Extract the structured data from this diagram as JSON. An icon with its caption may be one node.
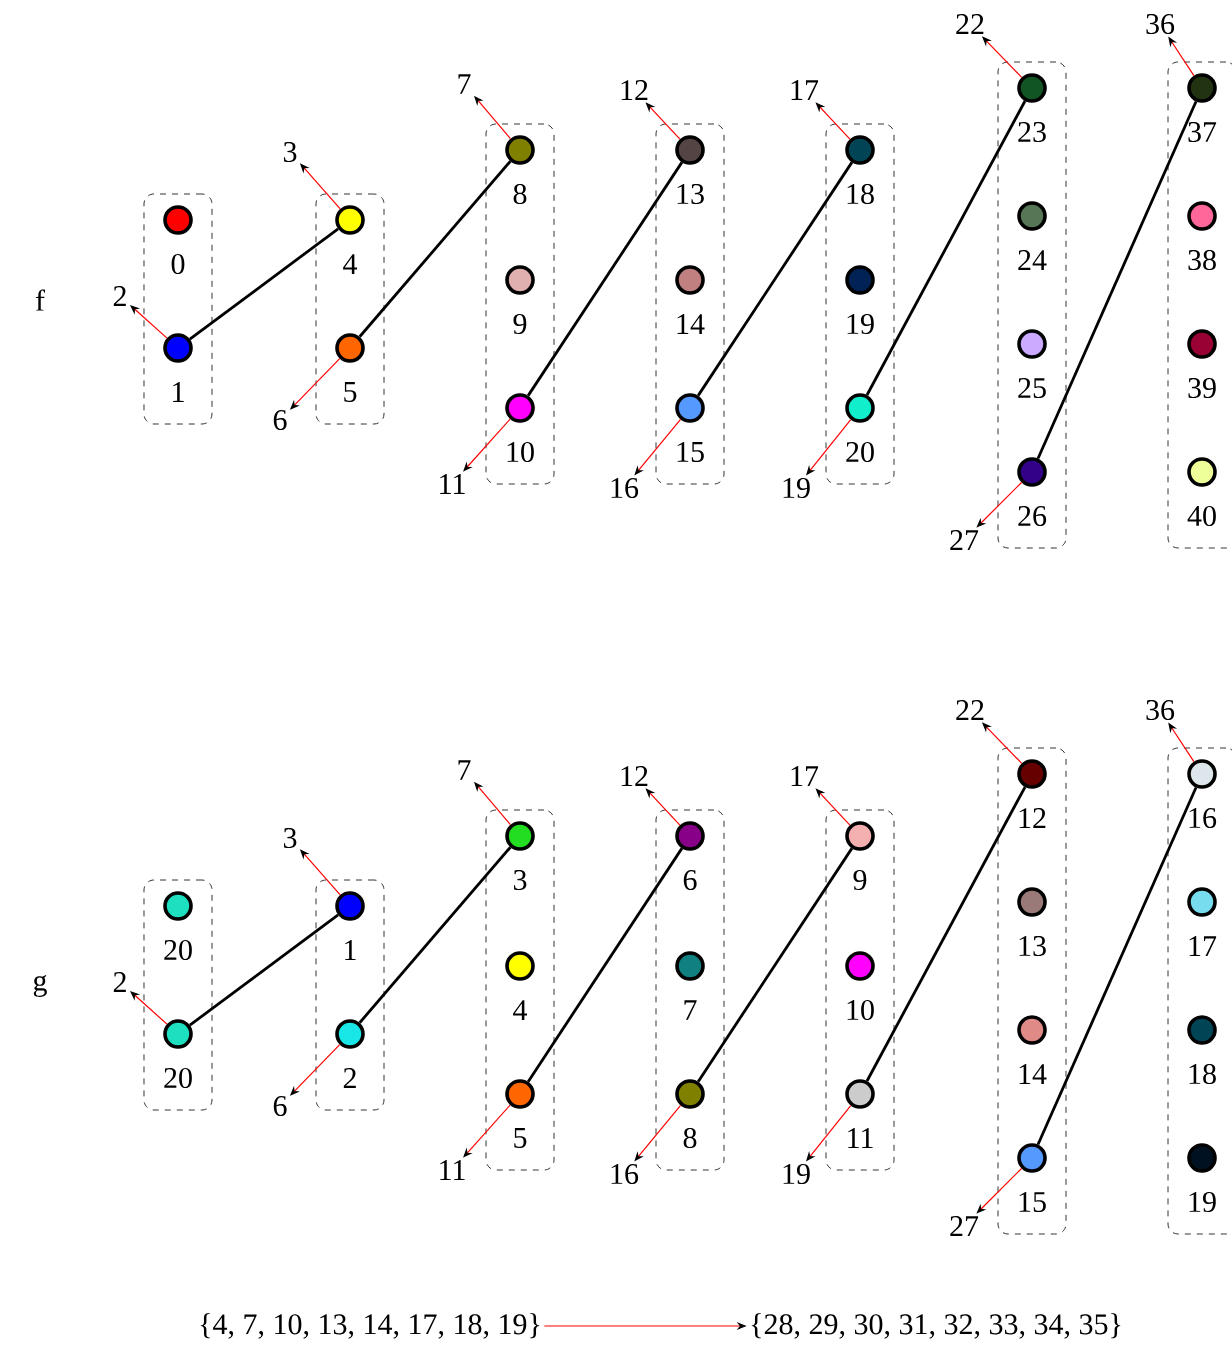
{
  "diagram": {
    "nodes": [
      {
        "text": [],
        "shape": "box"
      },
      {
        "text": [],
        "shape": "circle",
        "beside": [
          "0"
        ],
        "in": 0
      },
      {
        "text": [],
        "shape": "circle",
        "beside": [
          "1"
        ],
        "in": 0
      },
      {
        "text": [],
        "shape": "box"
      },
      {
        "text": [],
        "shape": "circle",
        "beside": [
          "4"
        ],
        "in": 3
      },
      {
        "text": [],
        "shape": "circle",
        "beside": [
          "5"
        ],
        "in": 3
      },
      {
        "text": [],
        "shape": "box"
      },
      {
        "text": [],
        "shape": "circle",
        "beside": [
          "8"
        ],
        "in": 6
      },
      {
        "text": [],
        "shape": "circle",
        "beside": [
          "9"
        ],
        "in": 6
      },
      {
        "text": [],
        "shape": "circle",
        "beside": [
          "10"
        ],
        "in": 6
      },
      {
        "text": [],
        "shape": "box"
      },
      {
        "text": [],
        "shape": "circle",
        "beside": [
          "13"
        ],
        "in": 10
      },
      {
        "text": [],
        "shape": "circle",
        "beside": [
          "14"
        ],
        "in": 10
      },
      {
        "text": [],
        "shape": "circle",
        "beside": [
          "15"
        ],
        "in": 10
      },
      {
        "text": [],
        "shape": "box"
      },
      {
        "text": [],
        "shape": "circle",
        "beside": [
          "18"
        ],
        "in": 14
      },
      {
        "text": [],
        "shape": "circle",
        "beside": [
          "19"
        ],
        "in": 14
      },
      {
        "text": [],
        "shape": "circle",
        "beside": [
          "20"
        ],
        "in": 14
      },
      {
        "text": [],
        "shape": "box"
      },
      {
        "text": [],
        "shape": "circle",
        "beside": [
          "23"
        ],
        "in": 18
      },
      {
        "text": [],
        "shape": "circle",
        "beside": [
          "24"
        ],
        "in": 18
      },
      {
        "text": [],
        "shape": "circle",
        "beside": [
          "25"
        ],
        "in": 18
      },
      {
        "text": [],
        "shape": "circle",
        "beside": [
          "26"
        ],
        "in": 18
      },
      {
        "text": [],
        "shape": "box"
      },
      {
        "text": [],
        "shape": "circle",
        "beside": [
          "37"
        ],
        "in": 23
      },
      {
        "text": [],
        "shape": "circle",
        "beside": [
          "38"
        ],
        "in": 23
      },
      {
        "text": [],
        "shape": "circle",
        "beside": [
          "39"
        ],
        "in": 23
      },
      {
        "text": [],
        "shape": "circle",
        "beside": [
          "40"
        ],
        "in": 23
      },
      {
        "text": [
          "2"
        ]
      },
      {
        "text": [
          "3"
        ]
      },
      {
        "text": [
          "6"
        ]
      },
      {
        "text": [
          "7"
        ]
      },
      {
        "text": [
          "11"
        ]
      },
      {
        "text": [
          "12"
        ]
      },
      {
        "text": [
          "16"
        ]
      },
      {
        "text": [
          "17"
        ]
      },
      {
        "text": [
          "19"
        ]
      },
      {
        "text": [
          "22"
        ]
      },
      {
        "text": [
          "27"
        ]
      },
      {
        "text": [
          "36"
        ]
      },
      {
        "text": [],
        "shape": "box"
      },
      {
        "text": [],
        "shape": "circle",
        "beside": [
          "20"
        ],
        "in": 40
      },
      {
        "text": [],
        "shape": "circle",
        "beside": [
          "20"
        ],
        "in": 40
      },
      {
        "text": [],
        "shape": "box"
      },
      {
        "text": [],
        "shape": "circle",
        "beside": [
          "1"
        ],
        "in": 43
      },
      {
        "text": [],
        "shape": "circle",
        "beside": [
          "2"
        ],
        "in": 43
      },
      {
        "text": [],
        "shape": "box"
      },
      {
        "text": [],
        "shape": "circle",
        "beside": [
          "3"
        ],
        "in": 46
      },
      {
        "text": [],
        "shape": "circle",
        "beside": [
          "4"
        ],
        "in": 46
      },
      {
        "text": [],
        "shape": "circle",
        "beside": [
          "5"
        ],
        "in": 46
      },
      {
        "text": [],
        "shape": "box"
      },
      {
        "text": [],
        "shape": "circle",
        "beside": [
          "6"
        ],
        "in": 50
      },
      {
        "text": [],
        "shape": "circle",
        "beside": [
          "7"
        ],
        "in": 50
      },
      {
        "text": [],
        "shape": "circle",
        "beside": [
          "8"
        ],
        "in": 50
      },
      {
        "text": [],
        "shape": "box"
      },
      {
        "text": [],
        "shape": "circle",
        "beside": [
          "9"
        ],
        "in": 54
      },
      {
        "text": [],
        "shape": "circle",
        "beside": [
          "10"
        ],
        "in": 54
      },
      {
        "text": [],
        "shape": "circle",
        "beside": [
          "11"
        ],
        "in": 54
      },
      {
        "text": [],
        "shape": "box"
      },
      {
        "text": [],
        "shape": "circle",
        "beside": [
          "12"
        ],
        "in": 58
      },
      {
        "text": [],
        "shape": "circle",
        "beside": [
          "13"
        ],
        "in": 58
      },
      {
        "text": [],
        "shape": "circle",
        "beside": [
          "14"
        ],
        "in": 58
      },
      {
        "text": [],
        "shape": "circle",
        "beside": [
          "15"
        ],
        "in": 58
      },
      {
        "text": [],
        "shape": "box"
      },
      {
        "text": [],
        "shape": "circle",
        "beside": [
          "16"
        ],
        "in": 63
      },
      {
        "text": [],
        "shape": "circle",
        "beside": [
          "17"
        ],
        "in": 63
      },
      {
        "text": [],
        "shape": "circle",
        "beside": [
          "18"
        ],
        "in": 63
      },
      {
        "text": [],
        "shape": "circle",
        "beside": [
          "19"
        ],
        "in": 63
      },
      {
        "text": [
          "2"
        ]
      },
      {
        "text": [
          "3"
        ]
      },
      {
        "text": [
          "6"
        ]
      },
      {
        "text": [
          "7"
        ]
      },
      {
        "text": [
          "11"
        ]
      },
      {
        "text": [
          "12"
        ]
      },
      {
        "text": [
          "16"
        ]
      },
      {
        "text": [
          "17"
        ]
      },
      {
        "text": [
          "19"
        ]
      },
      {
        "text": [
          "22"
        ]
      },
      {
        "text": [
          "27"
        ]
      },
      {
        "text": [
          "36"
        ]
      },
      {
        "text": [
          "{4, 7, 10, 13, 14, 17, 18, 19}"
        ]
      },
      {
        "text": [
          "{28, 29, 30, 31, 32, 33, 34, 35}"
        ]
      }
    ],
    "edges": [
      {
        "from": 2,
        "to": 4,
        "arrow": "none",
        "color": "#000000"
      },
      {
        "from": 5,
        "to": 7,
        "arrow": "none",
        "color": "#000000"
      },
      {
        "from": 9,
        "to": 11,
        "arrow": "none",
        "color": "#000000"
      },
      {
        "from": 13,
        "to": 15,
        "arrow": "none",
        "color": "#000000"
      },
      {
        "from": 17,
        "to": 19,
        "arrow": "none",
        "color": "#000000"
      },
      {
        "from": 22,
        "to": 24,
        "arrow": "none",
        "color": "#000000"
      },
      {
        "from": 2,
        "to": 28,
        "arrow": "to"
      },
      {
        "from": 4,
        "to": 29,
        "arrow": "to"
      },
      {
        "from": 5,
        "to": 30,
        "arrow": "to"
      },
      {
        "from": 7,
        "to": 31,
        "arrow": "to"
      },
      {
        "from": 9,
        "to": 32,
        "arrow": "to"
      },
      {
        "from": 11,
        "to": 33,
        "arrow": "to"
      },
      {
        "from": 13,
        "to": 34,
        "arrow": "to"
      },
      {
        "from": 15,
        "to": 35,
        "arrow": "to"
      },
      {
        "from": 17,
        "to": 36,
        "arrow": "to"
      },
      {
        "from": 19,
        "to": 37,
        "arrow": "to"
      },
      {
        "from": 22,
        "to": 38,
        "arrow": "to"
      },
      {
        "from": 24,
        "to": 39,
        "arrow": "to"
      },
      {
        "from": 42,
        "to": 44,
        "arrow": "none",
        "color": "#000000"
      },
      {
        "from": 45,
        "to": 47,
        "arrow": "none",
        "color": "#000000"
      },
      {
        "from": 49,
        "to": 51,
        "arrow": "none",
        "color": "#000000"
      },
      {
        "from": 53,
        "to": 55,
        "arrow": "none",
        "color": "#000000"
      },
      {
        "from": 57,
        "to": 59,
        "arrow": "none",
        "color": "#000000"
      },
      {
        "from": 62,
        "to": 64,
        "arrow": "none",
        "color": "#000000"
      },
      {
        "from": 42,
        "to": 68,
        "arrow": "to"
      },
      {
        "from": 44,
        "to": 69,
        "arrow": "to"
      },
      {
        "from": 45,
        "to": 70,
        "arrow": "to"
      },
      {
        "from": 47,
        "to": 71,
        "arrow": "to"
      },
      {
        "from": 49,
        "to": 72,
        "arrow": "to"
      },
      {
        "from": 51,
        "to": 73,
        "arrow": "to"
      },
      {
        "from": 53,
        "to": 74,
        "arrow": "to"
      },
      {
        "from": 55,
        "to": 75,
        "arrow": "to"
      },
      {
        "from": 57,
        "to": 76,
        "arrow": "to"
      },
      {
        "from": 59,
        "to": 77,
        "arrow": "to"
      },
      {
        "from": 62,
        "to": 78,
        "arrow": "to"
      },
      {
        "from": 64,
        "to": 79,
        "arrow": "to"
      },
      {
        "from": 80,
        "to": 81,
        "arrow": "to"
      }
    ],
    "labels": [
      "f",
      "g"
    ]
  }
}
